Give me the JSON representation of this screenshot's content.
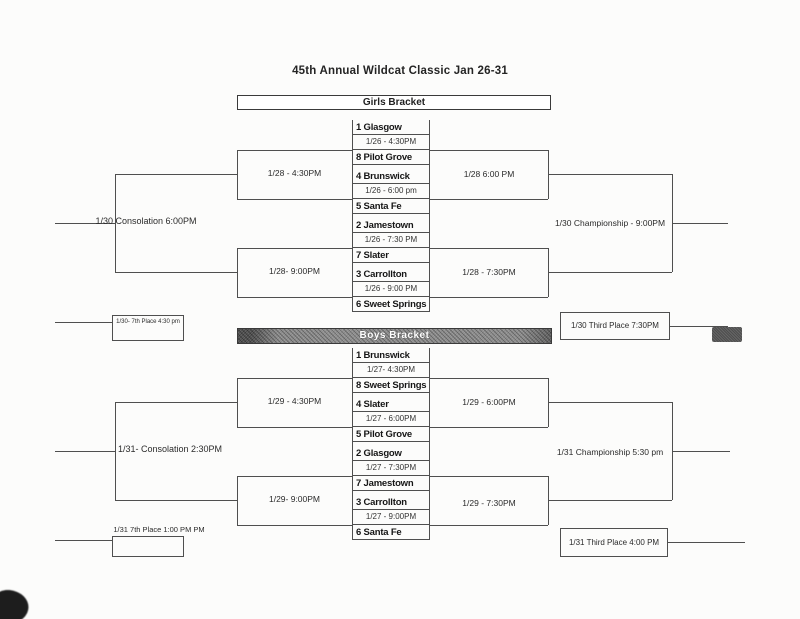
{
  "title": "45th Annual Wildcat Classic Jan 26-31",
  "colors": {
    "line": "#4f4f4f",
    "boys_bar": "#8a8a8a",
    "text": "#1c1c1c"
  },
  "girls": {
    "header": "Girls Bracket",
    "games": [
      {
        "team1": "1 Glasgow",
        "time": "1/26 - 4:30PM",
        "team2": "8 Pilot Grove"
      },
      {
        "team1": "4 Brunswick",
        "time": "1/26 - 6:00 pm",
        "team2": "5 Santa Fe"
      },
      {
        "team1": "2 Jamestown",
        "time": "1/26 - 7:30 PM",
        "team2": "7 Slater"
      },
      {
        "team1": "3 Carrollton",
        "time": "1/26 - 9:00 PM",
        "team2": "6 Sweet Springs"
      }
    ],
    "left_semi_top": "1/28 - 4:30PM",
    "left_semi_bottom": "1/28- 9:00PM",
    "right_semi_top": "1/28 6:00 PM",
    "right_semi_bottom": "1/28 - 7:30PM",
    "consolation": "1/30 Consolation 6:00PM",
    "seventh_place": "1/30- 7th Place 4:30 pm",
    "championship": "1/30 Championship - 9:00PM",
    "third_place": "1/30 Third Place 7:30PM"
  },
  "boys": {
    "header": "Boys Bracket",
    "games": [
      {
        "team1": "1 Brunswick",
        "time": "1/27- 4:30PM",
        "team2": "8 Sweet Springs"
      },
      {
        "team1": "4 Slater",
        "time": "1/27 - 6:00PM",
        "team2": "5 Pilot Grove"
      },
      {
        "team1": "2 Glasgow",
        "time": "1/27 - 7:30PM",
        "team2": "7 Jamestown"
      },
      {
        "team1": "3 Carrollton",
        "time": "1/27 - 9:00PM",
        "team2": "6 Santa Fe"
      }
    ],
    "left_semi_top": "1/29 - 4:30PM",
    "left_semi_bottom": "1/29- 9:00PM",
    "right_semi_top": "1/29 - 6:00PM",
    "right_semi_bottom": "1/29 - 7:30PM",
    "consolation": "1/31- Consolation 2:30PM",
    "seventh_place": "1/31 7th Place 1:00 PM PM",
    "championship": "1/31 Championship 5:30 pm",
    "third_place": "1/31 Third Place 4:00 PM"
  }
}
